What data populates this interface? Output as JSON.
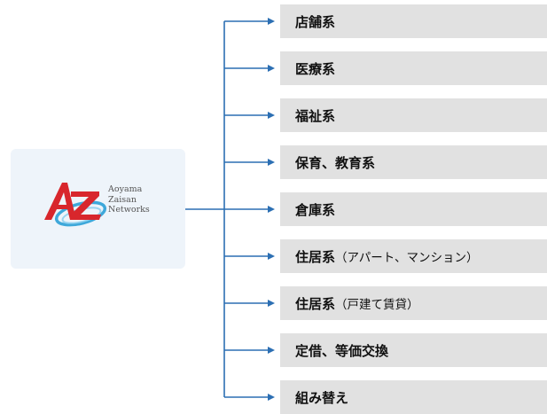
{
  "brand": {
    "logo_letters": "AZ",
    "name_lines": [
      "Aoyama",
      "Zaisan",
      "Networks"
    ],
    "colors": {
      "red": "#d8262c",
      "blue": "#2aa0d6",
      "card": "#eef4fa"
    }
  },
  "connector_color": "#2c6fb3",
  "items": [
    {
      "label": "店舗系",
      "note": ""
    },
    {
      "label": "医療系",
      "note": ""
    },
    {
      "label": "福祉系",
      "note": ""
    },
    {
      "label": "保育、教育系",
      "note": ""
    },
    {
      "label": "倉庫系",
      "note": ""
    },
    {
      "label": "住居系",
      "note": "（アパート、マンション）"
    },
    {
      "label": "住居系",
      "note": "（戸建て賃貸）"
    },
    {
      "label": "定借、等価交換",
      "note": ""
    },
    {
      "label": "組み替え",
      "note": ""
    }
  ]
}
